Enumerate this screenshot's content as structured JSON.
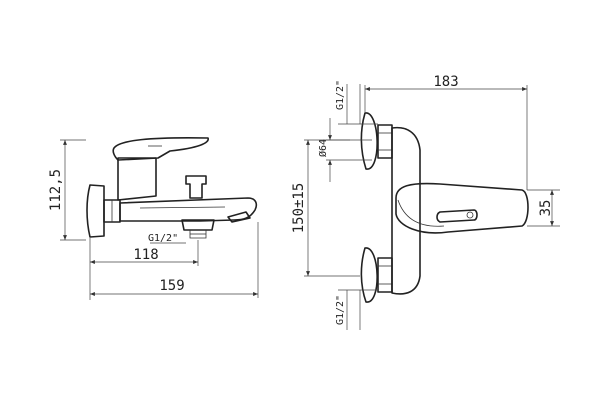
{
  "side_view": {
    "height_label": "112,5",
    "outlet_thread_label": "G1/2\"",
    "width_short_label": "118",
    "width_long_label": "159"
  },
  "top_view": {
    "overall_length_label": "183",
    "upper_thread_label": "G1/2\"",
    "lower_thread_label": "G1/2\"",
    "diameter_label": "Ø64",
    "center_distance_label": "150±15",
    "spout_height_label": "35"
  }
}
